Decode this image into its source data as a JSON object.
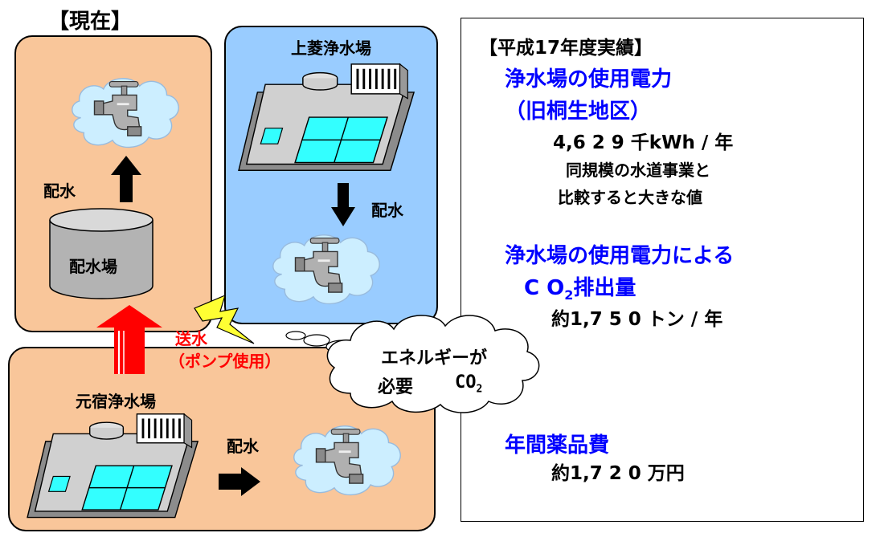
{
  "heading": "【現在】",
  "kamibishi": {
    "title": "上菱浄水場",
    "distribution": "配水"
  },
  "current": {
    "distribution": "配水",
    "reservoir": "配水場"
  },
  "transfer": {
    "line1": "送水",
    "line2": "（ポンプ使用）"
  },
  "motojuku": {
    "title": "元宿浄水場",
    "distribution": "配水"
  },
  "cloud": {
    "line1": "エネルギーが",
    "line2": "必要",
    "co2": "CO",
    "co2_sub": "2"
  },
  "info": {
    "title": "【平成17年度実績】",
    "power_heading1": "浄水場の使用電力",
    "power_heading2": "（旧桐生地区）",
    "power_value": "4,6 2 9 千kWh / 年",
    "note1": "同規模の水道事業と",
    "note2": "比較すると大きな値",
    "co2_heading": "浄水場の使用電力による",
    "co2_label": "C O",
    "co2_sub": "2",
    "co2_suffix": "排出量",
    "co2_value": "約1,7 5 0 トン / 年",
    "chem_heading": "年間薬品費",
    "chem_value": "約1,7 2 0 万円"
  },
  "colors": {
    "orange_panel": "#f9c69a",
    "blue_panel": "#99ccff",
    "cloud_fill": "#cceeff",
    "pool_cyan": "#33ffff",
    "red_arrow": "#ff0000",
    "bolt_yellow": "#ffff33",
    "text_blue": "#0000ff"
  }
}
